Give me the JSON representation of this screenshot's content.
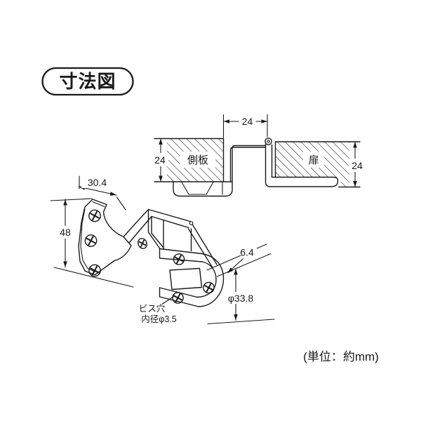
{
  "diagram": {
    "title_badge": "寸法図",
    "unit_note": "(単位：約mm)",
    "cross_section": {
      "gap_dim": "24",
      "side_panel_label": "側板",
      "side_panel_thickness_dim": "24",
      "door_label": "扉",
      "door_thickness_dim": "24"
    },
    "hinge": {
      "plate_width_dim": "30.4",
      "plate_height_dim": "48",
      "strap_thickness_dim": "6.4",
      "ring_diameter_dim": "φ33.8",
      "screw_hole_note_line1": "ビス穴",
      "screw_hole_note_line2": "内径φ3.5"
    },
    "colors": {
      "line": "#1a1a1a",
      "background": "#ffffff"
    }
  }
}
